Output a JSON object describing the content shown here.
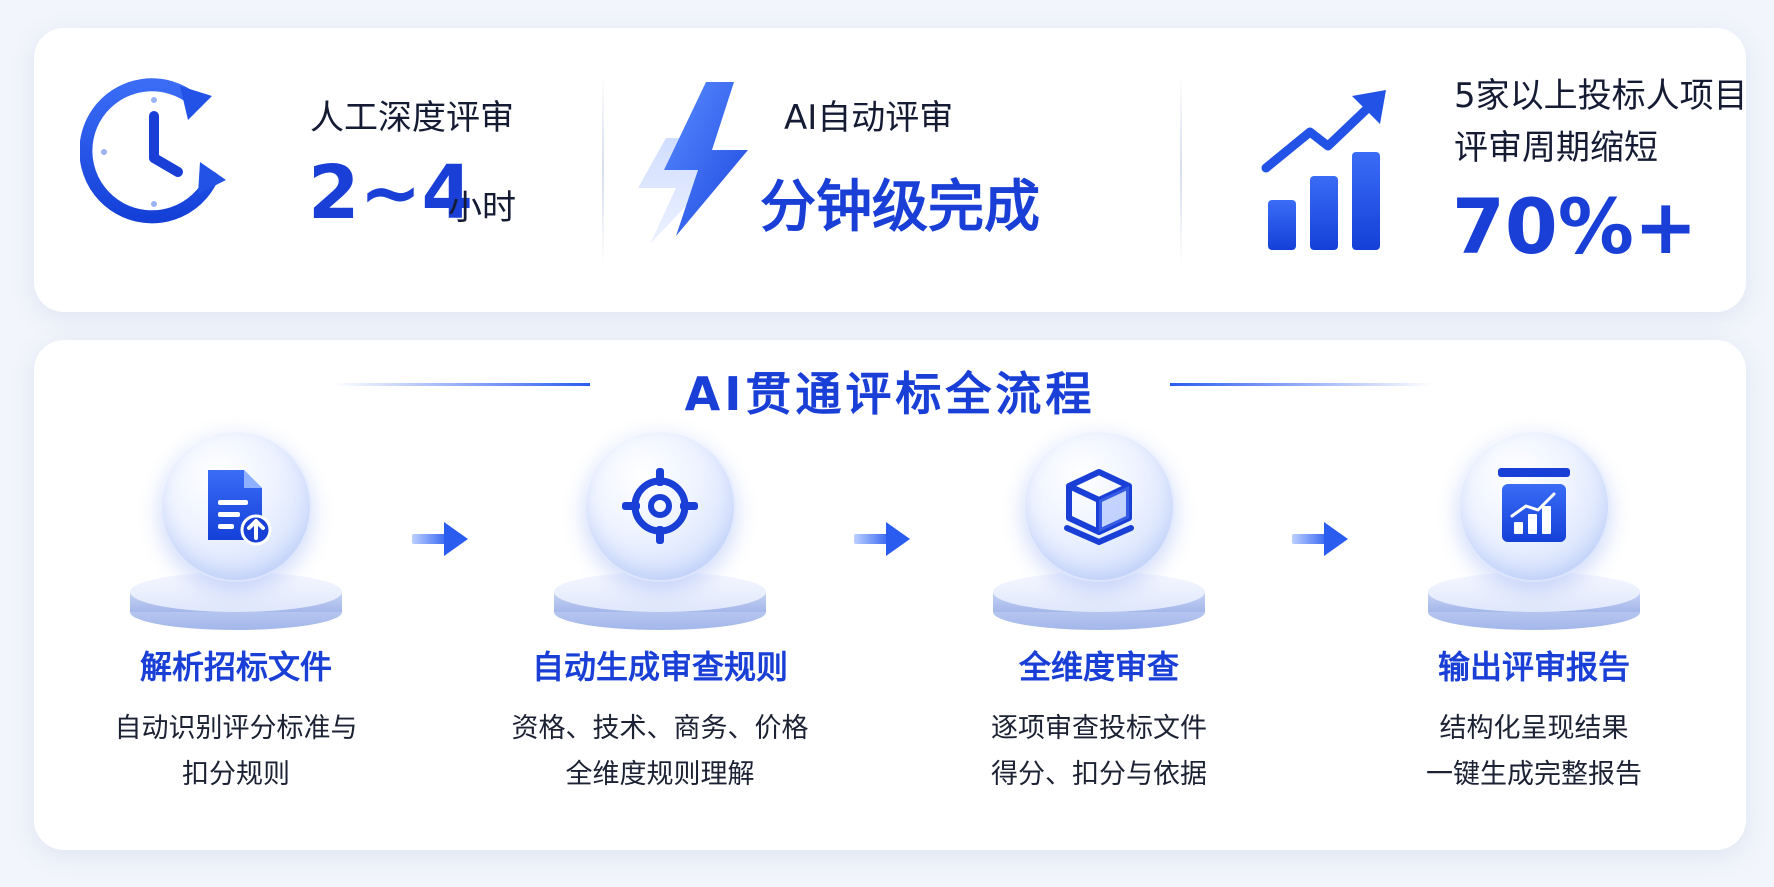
{
  "stats": [
    {
      "label": "人工深度评审",
      "value": "2~4",
      "unit": "小时",
      "icon": "clock-icon"
    },
    {
      "label": "AI自动评审",
      "value": "分钟级完成",
      "icon": "lightning-icon"
    },
    {
      "label_line1": "5家以上投标人项目",
      "label_line2": "评审周期缩短",
      "value": "70%+",
      "icon": "growth-chart-icon"
    }
  ],
  "flow": {
    "title": "AI贯通评标全流程",
    "steps": [
      {
        "title": "解析招标文件",
        "desc_line1": "自动识别评分标准与",
        "desc_line2": "扣分规则",
        "icon": "document-upload-icon"
      },
      {
        "title": "自动生成审查规则",
        "desc_line1": "资格、技术、商务、价格",
        "desc_line2": "全维度规则理解",
        "icon": "target-icon"
      },
      {
        "title": "全维度审查",
        "desc_line1": "逐项审查投标文件",
        "desc_line2": "得分、扣分与依据",
        "icon": "cube-icon"
      },
      {
        "title": "输出评审报告",
        "desc_line1": "结构化呈现结果",
        "desc_line2": "一键生成完整报告",
        "icon": "report-chart-icon"
      }
    ]
  },
  "colors": {
    "accent": "#1a3fd6",
    "text": "#141b33",
    "background": "#f2f5fb"
  }
}
